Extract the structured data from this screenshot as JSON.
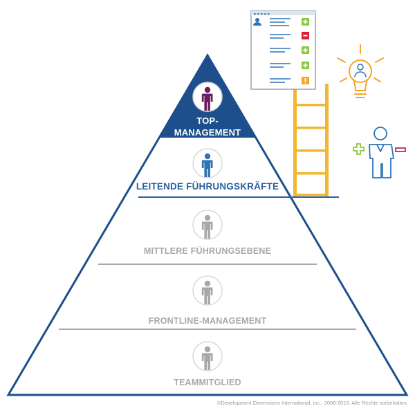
{
  "pyramid": {
    "tiers": [
      {
        "label_line1": "TOP-",
        "label_line2": "MANAGEMENT",
        "color": "#1d4f8c",
        "person_color": "#6b1f5e"
      },
      {
        "label": "LEITENDE FÜHRUNGSKRÄFTE",
        "color": "#2a5fa0",
        "person_color": "#2f73b5"
      },
      {
        "label": "MITTLERE FÜHRUNGSEBENE",
        "color": "#a6a8ab",
        "person_color": "#a6a8ab"
      },
      {
        "label": "FRONTLINE-MANAGEMENT",
        "color": "#a6a8ab",
        "person_color": "#a6a8ab"
      },
      {
        "label": "TEAMMITGLIED",
        "color": "#a6a8ab",
        "person_color": "#a6a8ab"
      }
    ],
    "outline_color": "#1d4f8c"
  },
  "decorations": {
    "ladder_color": "#f2b632",
    "document_icon": "evaluation-document-icon",
    "lightbulb_icon": "lightbulb-person-icon",
    "plus_minus_person_icon": "plus-minus-person-icon",
    "accent_plus": "#8dc63f",
    "accent_minus": "#d8203c",
    "accent_warning": "#f5a623",
    "bulb_color": "#f5a623",
    "person_outline_color": "#2f73b5"
  },
  "footer": {
    "copyright": "©Development Dimensions International, Inc., 2008-2016. Alle Rechte vorbehalten."
  }
}
